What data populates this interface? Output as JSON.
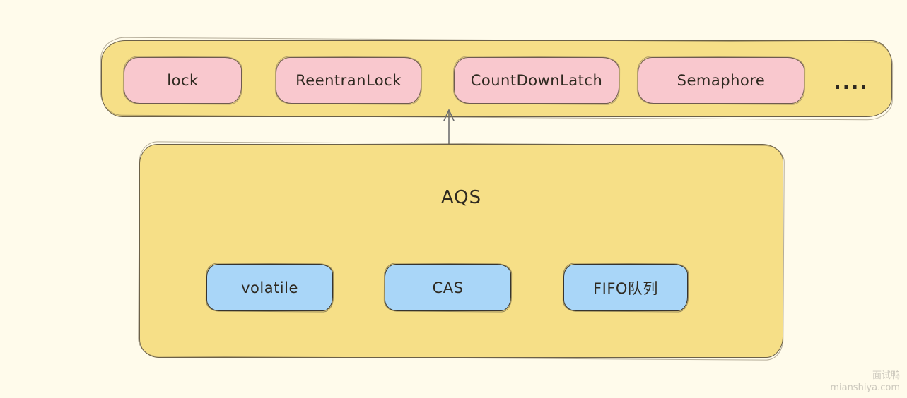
{
  "page": {
    "background": "#FFFBEB"
  },
  "colors": {
    "container_fill": "#F6DF87",
    "container_stroke": "#6B6048",
    "pink_fill": "#F9C8CE",
    "pink_stroke": "#6E5B50",
    "blue_fill": "#A9D6F8",
    "blue_stroke": "#37342E",
    "text": "#2E2920",
    "arrow": "#6F6F6F",
    "watermark_text": "#CBC7BC"
  },
  "top_container": {
    "items": [
      {
        "label": "lock"
      },
      {
        "label": "ReentranLock"
      },
      {
        "label": "CountDownLatch"
      },
      {
        "label": "Semaphore"
      }
    ],
    "more_label": "...."
  },
  "aqs": {
    "title": "AQS",
    "children": [
      {
        "label": "volatile"
      },
      {
        "label": "CAS"
      },
      {
        "label": "FIFO队列"
      }
    ]
  },
  "watermark": {
    "brand": "面试鸭",
    "site": "mianshiya.com"
  }
}
